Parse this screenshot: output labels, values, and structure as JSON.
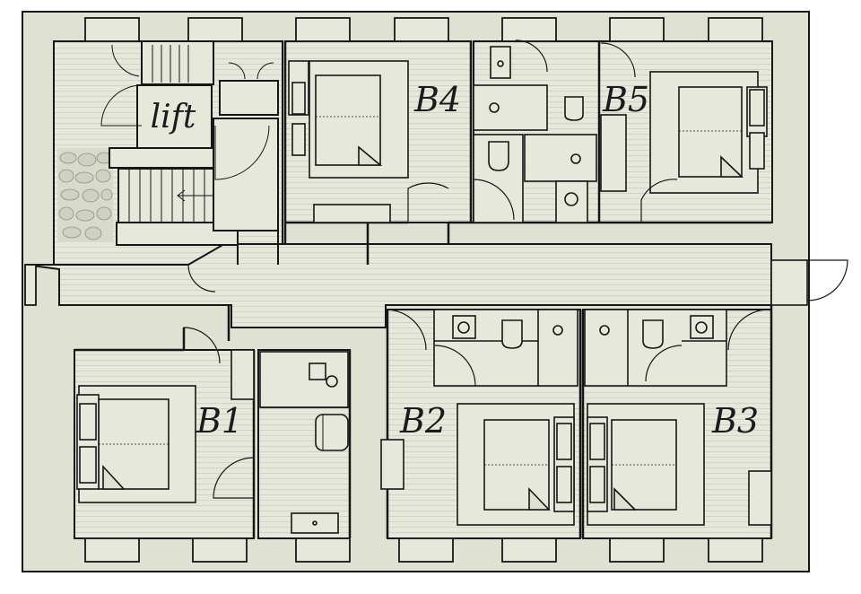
{
  "colors": {
    "wall": "#161616",
    "floor": "#e6e8dc",
    "wall_fill": "#dfe2d3",
    "board_line": "#c9ccbd",
    "stone": "#cfd2c3"
  },
  "labels": {
    "lift": "lift",
    "b1": "B1",
    "b2": "B2",
    "b3": "B3",
    "b4": "B4",
    "b5": "B5"
  },
  "icons": [
    "bed-icon",
    "wc-icon",
    "basin-icon",
    "shower-icon",
    "bathtub-icon",
    "door-swing-icon",
    "staircase-icon",
    "wardrobe-icon"
  ]
}
